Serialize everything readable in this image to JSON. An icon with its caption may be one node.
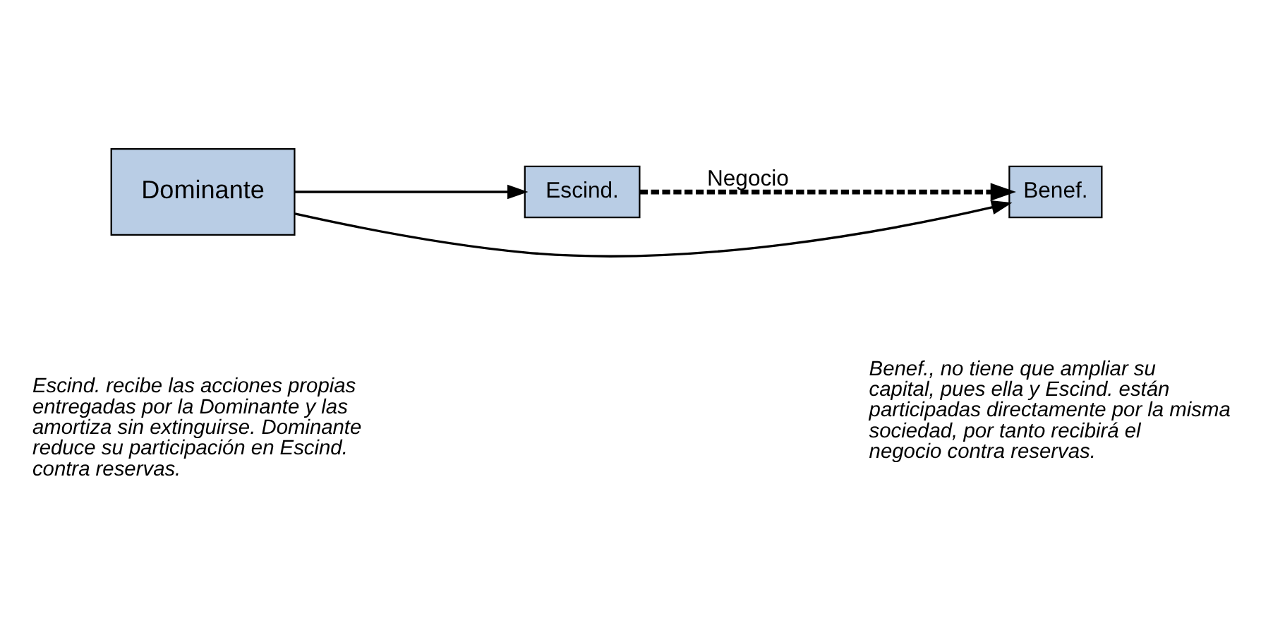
{
  "diagram": {
    "nodes": [
      {
        "text": [
          "Dominante"
        ]
      },
      {
        "text": [
          "Escind."
        ]
      },
      {
        "text": [
          "Benef."
        ]
      }
    ],
    "edges": [
      {
        "from": 0,
        "to": 1,
        "arrow": "to"
      },
      {
        "from": 0,
        "to": 2,
        "arrow": "to"
      },
      {
        "from": 1,
        "to": 2,
        "arrow": "to",
        "style": "dashed",
        "label": "Negocio"
      }
    ],
    "labels": [
      "Escind. recibe las acciones propias entregadas por la Dominante y las amortiza sin extinguirse. Dominante reduce su participación en Escind. contra reservas.",
      "Benef., no tiene que ampliar su capital, pues ella y Escind. están participadas directamente por la misma sociedad, por tanto recibirá el negocio contra reservas."
    ]
  }
}
